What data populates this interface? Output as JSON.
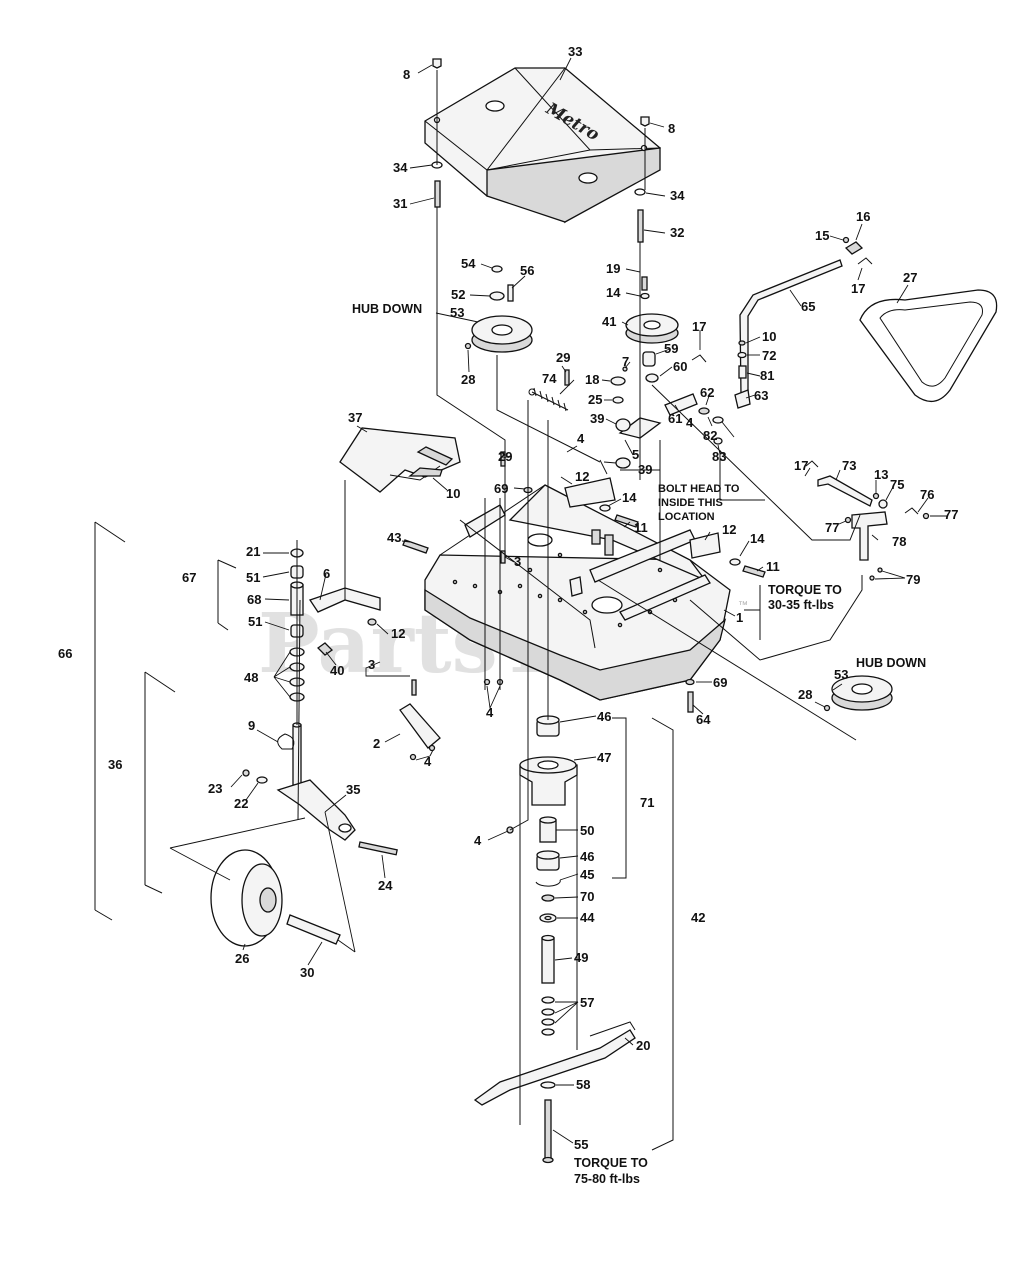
{
  "watermark": {
    "text": "PartsTree",
    "trademark": "™"
  },
  "deck_cover_logo": "Metro",
  "notes": {
    "hub_down_top": "HUB DOWN",
    "hub_down_right": "HUB DOWN",
    "bolt_head_line1": "BOLT HEAD TO",
    "bolt_head_line2": "INSIDE THIS",
    "bolt_head_line3": "LOCATION",
    "torque_deck_line1": "TORQUE TO",
    "torque_deck_line2": "30-35 ft-lbs",
    "torque_blade_line1": "TORQUE TO",
    "torque_blade_line2": "75-80 ft-lbs"
  },
  "callouts": {
    "c1": "1",
    "c2": "2",
    "c3a": "3",
    "c3b": "3",
    "c4a": "4",
    "c4b": "4",
    "c4c": "4",
    "c4d": "4",
    "c4e": "4",
    "c5": "5",
    "c6": "6",
    "c7": "7",
    "c8a": "8",
    "c8b": "8",
    "c9": "9",
    "c10a": "10",
    "c10b": "10",
    "c11a": "11",
    "c11b": "11",
    "c12a": "12",
    "c12b": "12",
    "c12c": "12",
    "c13": "13",
    "c14a": "14",
    "c14b": "14",
    "c14c": "14",
    "c15": "15",
    "c16": "16",
    "c17a": "17",
    "c17b": "17",
    "c17c": "17",
    "c18": "18",
    "c19": "19",
    "c20": "20",
    "c21": "21",
    "c22": "22",
    "c23": "23",
    "c24": "24",
    "c25": "25",
    "c26": "26",
    "c27": "27",
    "c28a": "28",
    "c28b": "28",
    "c29a": "29",
    "c29b": "29",
    "c30": "30",
    "c31": "31",
    "c32": "32",
    "c33": "33",
    "c34a": "34",
    "c34b": "34",
    "c35": "35",
    "c36": "36",
    "c37": "37",
    "c39a": "39",
    "c39b": "39",
    "c40": "40",
    "c41": "41",
    "c42": "42",
    "c43": "43",
    "c44": "44",
    "c45": "45",
    "c46a": "46",
    "c46b": "46",
    "c47": "47",
    "c48": "48",
    "c49": "49",
    "c50": "50",
    "c51a": "51",
    "c51b": "51",
    "c52": "52",
    "c53a": "53",
    "c53b": "53",
    "c54": "54",
    "c55": "55",
    "c56": "56",
    "c57": "57",
    "c58": "58",
    "c59": "59",
    "c60": "60",
    "c61": "61",
    "c62": "62",
    "c63": "63",
    "c64": "64",
    "c65": "65",
    "c66": "66",
    "c67": "67",
    "c68": "68",
    "c69a": "69",
    "c69b": "69",
    "c70": "70",
    "c71": "71",
    "c72": "72",
    "c73": "73",
    "c74": "74",
    "c75": "75",
    "c76": "76",
    "c77a": "77",
    "c77b": "77",
    "c78": "78",
    "c79": "79",
    "c81": "81",
    "c82": "82",
    "c83": "83"
  }
}
